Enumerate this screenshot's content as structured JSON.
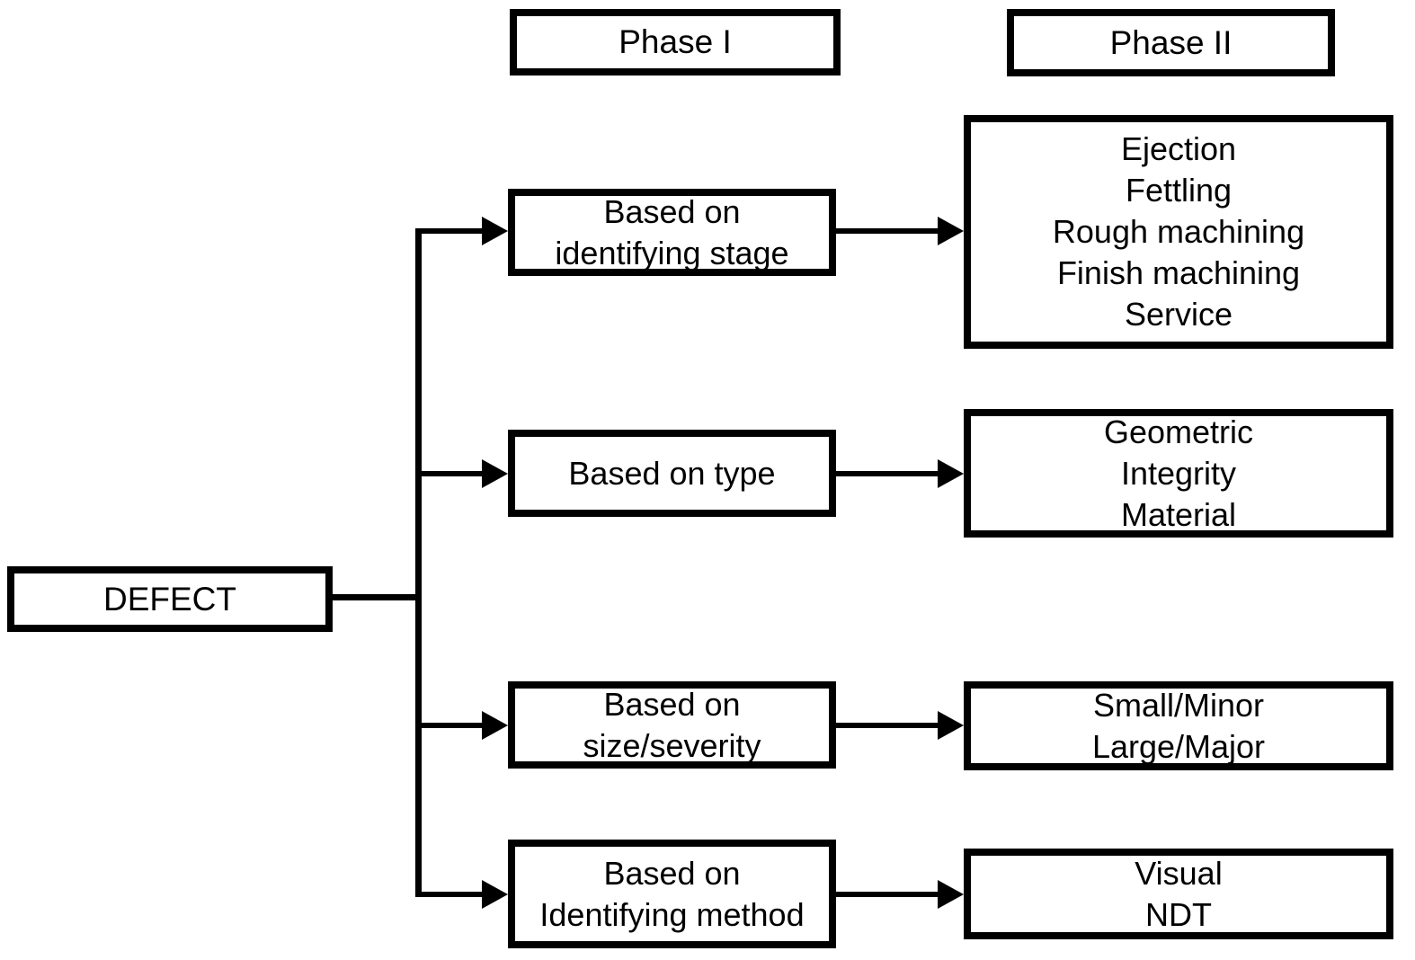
{
  "headers": {
    "phase1": "Phase I",
    "phase2": "Phase II"
  },
  "root": {
    "label": "DEFECT"
  },
  "rows": [
    {
      "phase1": {
        "lines": [
          "Based on",
          "identifying stage"
        ]
      },
      "phase2": {
        "lines": [
          "Ejection",
          "Fettling",
          "Rough machining",
          "Finish machining",
          "Service"
        ]
      }
    },
    {
      "phase1": {
        "lines": [
          "Based on type"
        ]
      },
      "phase2": {
        "lines": [
          "Geometric",
          "Integrity",
          "Material"
        ]
      }
    },
    {
      "phase1": {
        "lines": [
          "Based on",
          "size/severity"
        ]
      },
      "phase2": {
        "lines": [
          "Small/Minor",
          "Large/Major"
        ]
      }
    },
    {
      "phase1": {
        "lines": [
          "Based on",
          "Identifying method"
        ]
      },
      "phase2": {
        "lines": [
          "Visual",
          "NDT"
        ]
      }
    }
  ],
  "colors": {
    "line": "#000000",
    "box_fill": "#ffffff",
    "background": "#ffffff",
    "text": "#000000"
  }
}
